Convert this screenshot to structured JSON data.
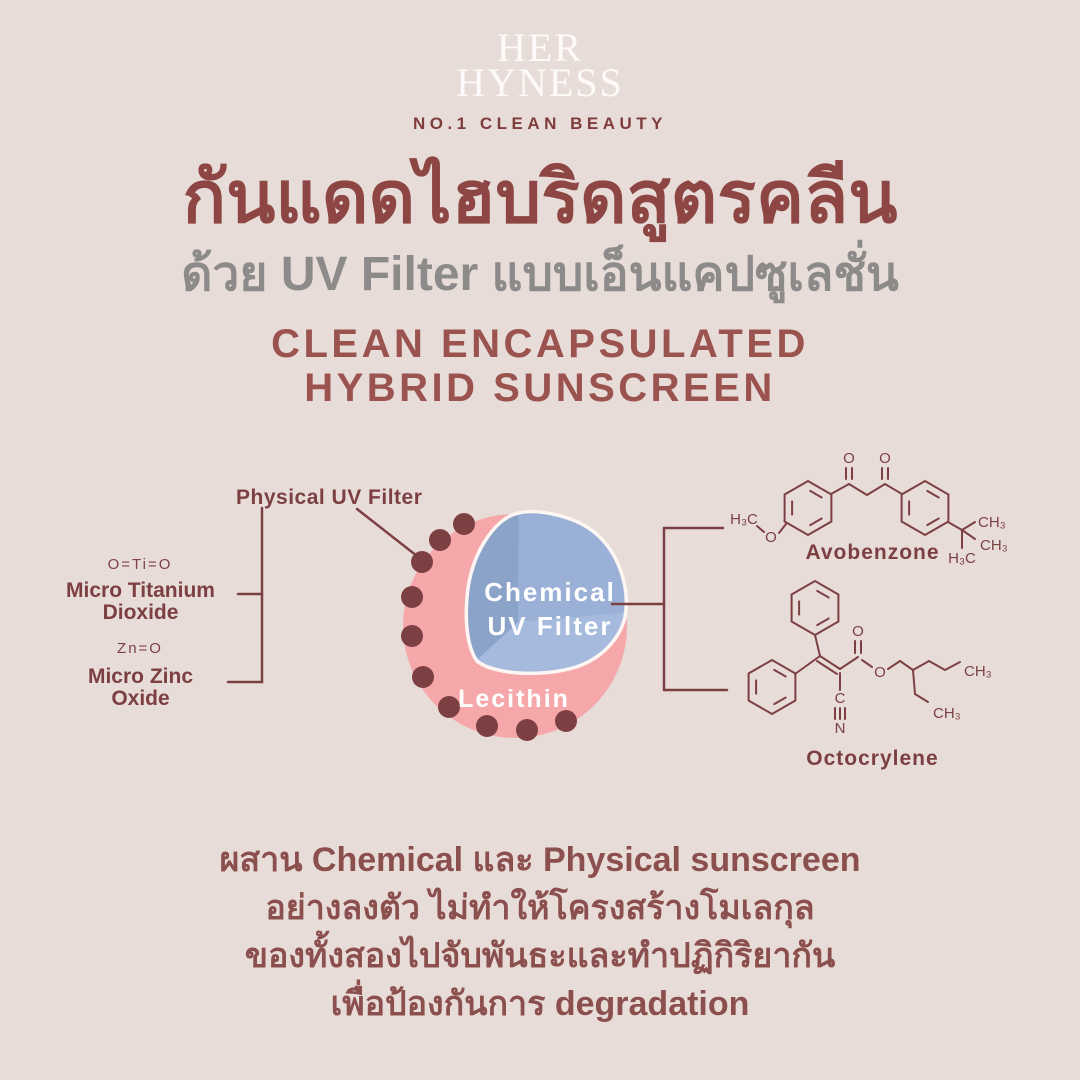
{
  "brand": {
    "line1": "HER",
    "line2": "HYNESS",
    "tagline": "NO.1 CLEAN BEAUTY"
  },
  "heading": {
    "thai_title": "กันแดดไฮบริดสูตรคลีน",
    "thai_subtitle": "ด้วย UV Filter แบบเอ็นแคปซูเลชั่น",
    "english_line1": "CLEAN ENCAPSULATED",
    "english_line2": "HYBRID SUNSCREEN"
  },
  "diagram": {
    "physical_label": "Physical UV Filter",
    "chemical_label_line1": "Chemical",
    "chemical_label_line2": "UV Filter",
    "lecithin_label": "Lecithin",
    "left": {
      "formula1": "O=Ti=O",
      "name1_line1": "Micro Titanium",
      "name1_line2": "Dioxide",
      "formula2": "Zn=O",
      "name2_line1": "Micro Zinc",
      "name2_line2": "Oxide"
    },
    "right": {
      "avobenzone": {
        "name": "Avobenzone",
        "labels": [
          "H₃C",
          "O",
          "O",
          "O",
          "CH₃",
          "CH₃",
          "H₃C"
        ]
      },
      "octocrylene": {
        "name": "Octocrylene",
        "labels": [
          "O",
          "O",
          "CH₃",
          "CH₃",
          "C",
          "N"
        ]
      }
    }
  },
  "footer": {
    "line1": "ผสาน Chemical และ Physical sunscreen",
    "line2": "อย่างลงตัว ไม่ทำให้โครงสร้างโมเลกุล",
    "line3": "ของทั้งสองไปจับพันธะและทำปฏิกิริยากัน",
    "line4": "เพื่อป้องกันการ degradation"
  },
  "colors": {
    "background": "#e8dcd9",
    "line_maroon": "#7c4042",
    "thai_heading": "#8d4643",
    "english_heading": "#9a534f",
    "subtitle_gray": "#8d8b8a",
    "pink_circle": "#f6a7aa",
    "blue_left": "#8ba3c9",
    "blue_right": "#9ab0d6",
    "blue_bottom": "#a6bade",
    "white": "#fdf6f3",
    "footer_text": "#8b4f4d"
  }
}
